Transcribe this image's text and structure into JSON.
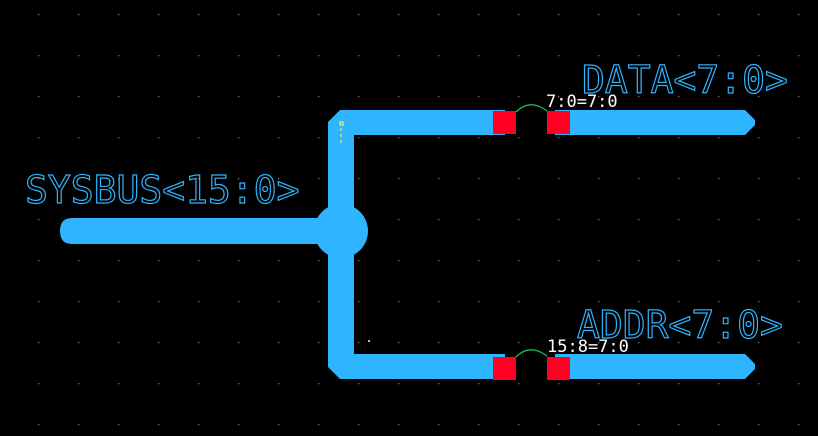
{
  "nets": {
    "main_bus": "SYSBUS<15:0>",
    "data_bus": "DATA<7:0>",
    "addr_bus": "ADDR<7:0>"
  },
  "rippers": {
    "data_map": "7:0=7:0",
    "addr_map": "15:8=7:0"
  },
  "colors": {
    "background": "#000000",
    "wire": "#2fb4ff",
    "pin": "#ff0022",
    "connector": "#22c055",
    "grid": "#888888"
  }
}
